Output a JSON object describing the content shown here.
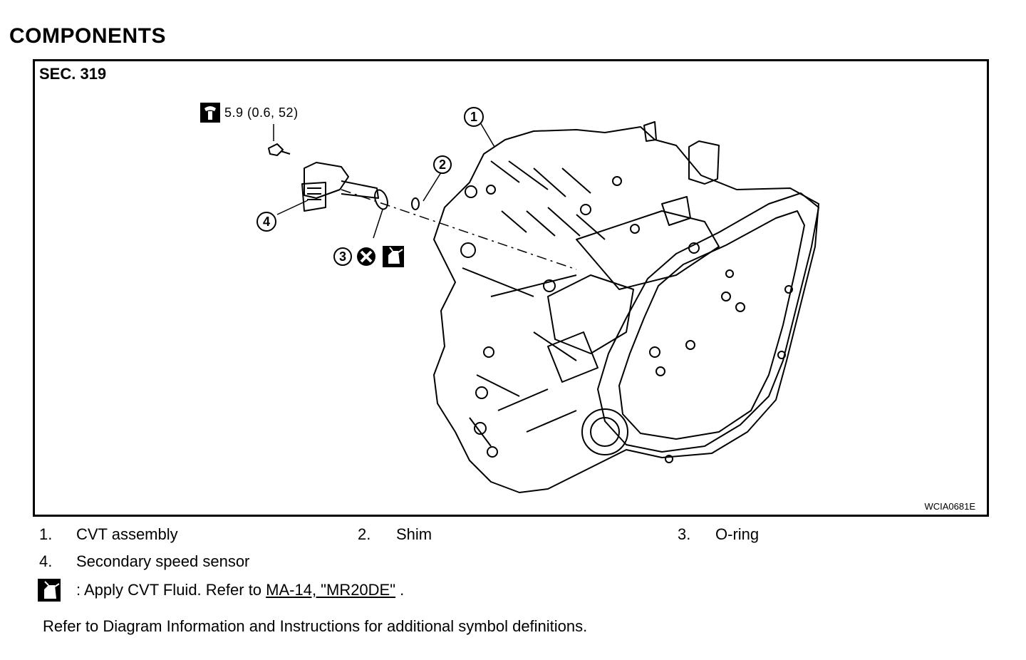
{
  "title": "COMPONENTS",
  "figure": {
    "section": "SEC. 319",
    "torque": "5.9 (0.6, 52)",
    "code": "WCIA0681E",
    "callouts": [
      "1",
      "2",
      "3",
      "4"
    ],
    "icons": [
      "torque-wrench-icon",
      "do-not-reuse-icon",
      "apply-fluid-icon"
    ]
  },
  "legend": [
    {
      "num": "1.",
      "label": "CVT assembly"
    },
    {
      "num": "2.",
      "label": "Shim"
    },
    {
      "num": "3.",
      "label": "O-ring"
    },
    {
      "num": "4.",
      "label": "Secondary speed sensor"
    }
  ],
  "fluid_note": {
    "prefix": ": Apply CVT Fluid. Refer to ",
    "link": "MA-14, \"MR20DE\"",
    "suffix": " ."
  },
  "reference_note": "Refer to Diagram Information and Instructions for additional symbol definitions."
}
